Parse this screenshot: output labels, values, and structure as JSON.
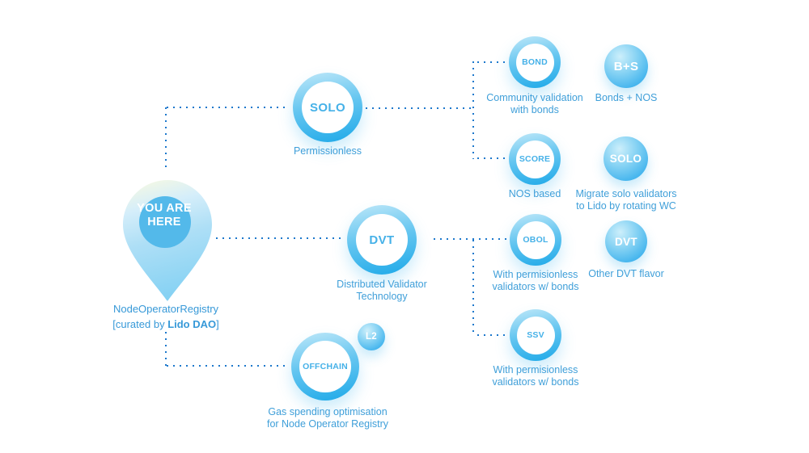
{
  "pin": {
    "line1": "YOU ARE",
    "line2": "HERE",
    "name_line": "NodeOperatorRegistry",
    "curated_prefix": "[curated by ",
    "curated_bold": "Lido DAO",
    "curated_suffix": "]"
  },
  "main_nodes": [
    {
      "label": "SOLO",
      "caption": "Permissionless"
    },
    {
      "label": "DVT",
      "caption": "Distributed Validator\nTechnology"
    },
    {
      "label": "OFFCHAIN",
      "badge": "L2",
      "caption": "Gas spending optimisation\nfor Node Operator Registry"
    }
  ],
  "branch_nodes": [
    {
      "label": "BOND",
      "caption": "Community validation\nwith bonds"
    },
    {
      "label": "SCORE",
      "caption": "NOS based"
    },
    {
      "label": "OBOL",
      "caption": "With permisionless\nvalidators w/ bonds"
    },
    {
      "label": "SSV",
      "caption": "With permisionless\nvalidators w/ bonds"
    }
  ],
  "alt_nodes": [
    {
      "label": "B+S",
      "caption": "Bonds + NOS"
    },
    {
      "label": "SOLO",
      "caption": "Migrate solo validators\nto Lido by rotating WC"
    },
    {
      "label": "DVT",
      "caption": "Other DVT flavor"
    }
  ],
  "colors": {
    "dotted_line": "#1d78cc",
    "caption_text": "#3f9fd9",
    "ring_text": "#45b1e8",
    "ring_gradient_top": "#b7e5f8",
    "ring_gradient_bottom": "#23abe9",
    "solid_highlight": "#cdeffb",
    "solid_deep": "#34aae8",
    "pin_inner_circle": "#53b9ea",
    "node_text_white": "#ffffff"
  }
}
